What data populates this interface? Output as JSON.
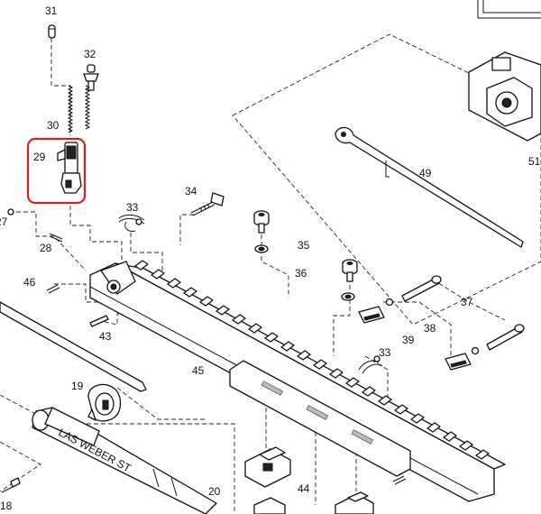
{
  "callouts": {
    "p31": "31",
    "p32": "32",
    "p30": "30",
    "p29": "29",
    "p27": "27",
    "p28": "28",
    "p33a": "33",
    "p34": "34",
    "p35": "35",
    "p36": "36",
    "p37": "37",
    "p38": "38",
    "p39": "39",
    "p33b": "33",
    "p46": "46",
    "p43": "43",
    "p45": "45",
    "p49": "49",
    "p51": "51",
    "p19": "19",
    "p20": "20",
    "p44": "44",
    "p18": "18"
  },
  "highlight": {
    "part": "29",
    "color": "#d62020"
  },
  "barrel_marking": "LAS WEBER ST"
}
